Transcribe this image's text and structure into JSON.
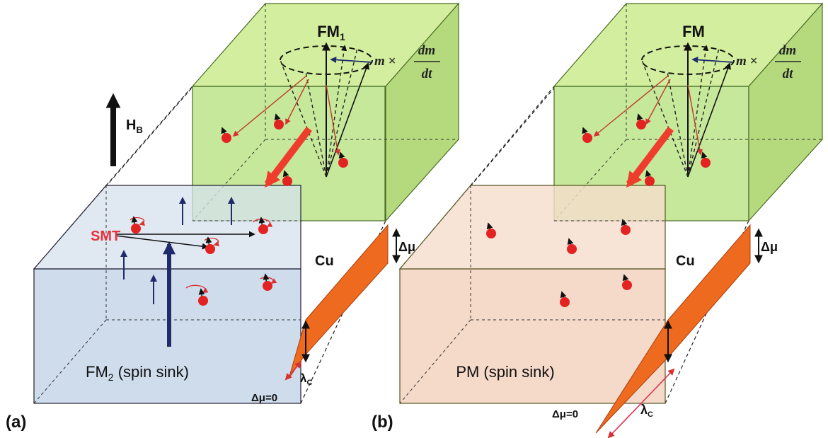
{
  "panel_a": {
    "tag": "(a)",
    "top_layer": "FM",
    "top_layer_sub": "1",
    "bottom_layer": "FM",
    "bottom_layer_sub": "2",
    "bottom_layer_suffix": " (spin sink)",
    "spacer": "Cu",
    "smt": "SMT",
    "field": "H",
    "field_sub": "B",
    "delta_mu": "Δμ",
    "delta_mu_zero": "Δμ=0",
    "lambda": "λ",
    "lambda_sub": "C",
    "torque_m": "m ×",
    "torque_num": "dm",
    "torque_den": "dt"
  },
  "panel_b": {
    "tag": "(b)",
    "top_layer": "FM",
    "bottom_layer": "PM (spin sink)",
    "spacer": "Cu",
    "delta_mu": "Δμ",
    "delta_mu_zero": "Δμ=0",
    "lambda": "λ",
    "lambda_sub": "C",
    "torque_m": "m ×",
    "torque_num": "dm",
    "torque_den": "dt"
  },
  "colors": {
    "fm_layer": "#c6e89a",
    "fm_layer_edge": "#4a6b24",
    "sink_fm": "#c9d8ea",
    "sink_pm": "#f4d6c4",
    "profile": "#ee6a1f",
    "spin_ball": "#e32222",
    "pump_arrow": "#ef3d2d",
    "smt_label": "#e8323c",
    "moment_arrow": "#1f2b6b"
  }
}
